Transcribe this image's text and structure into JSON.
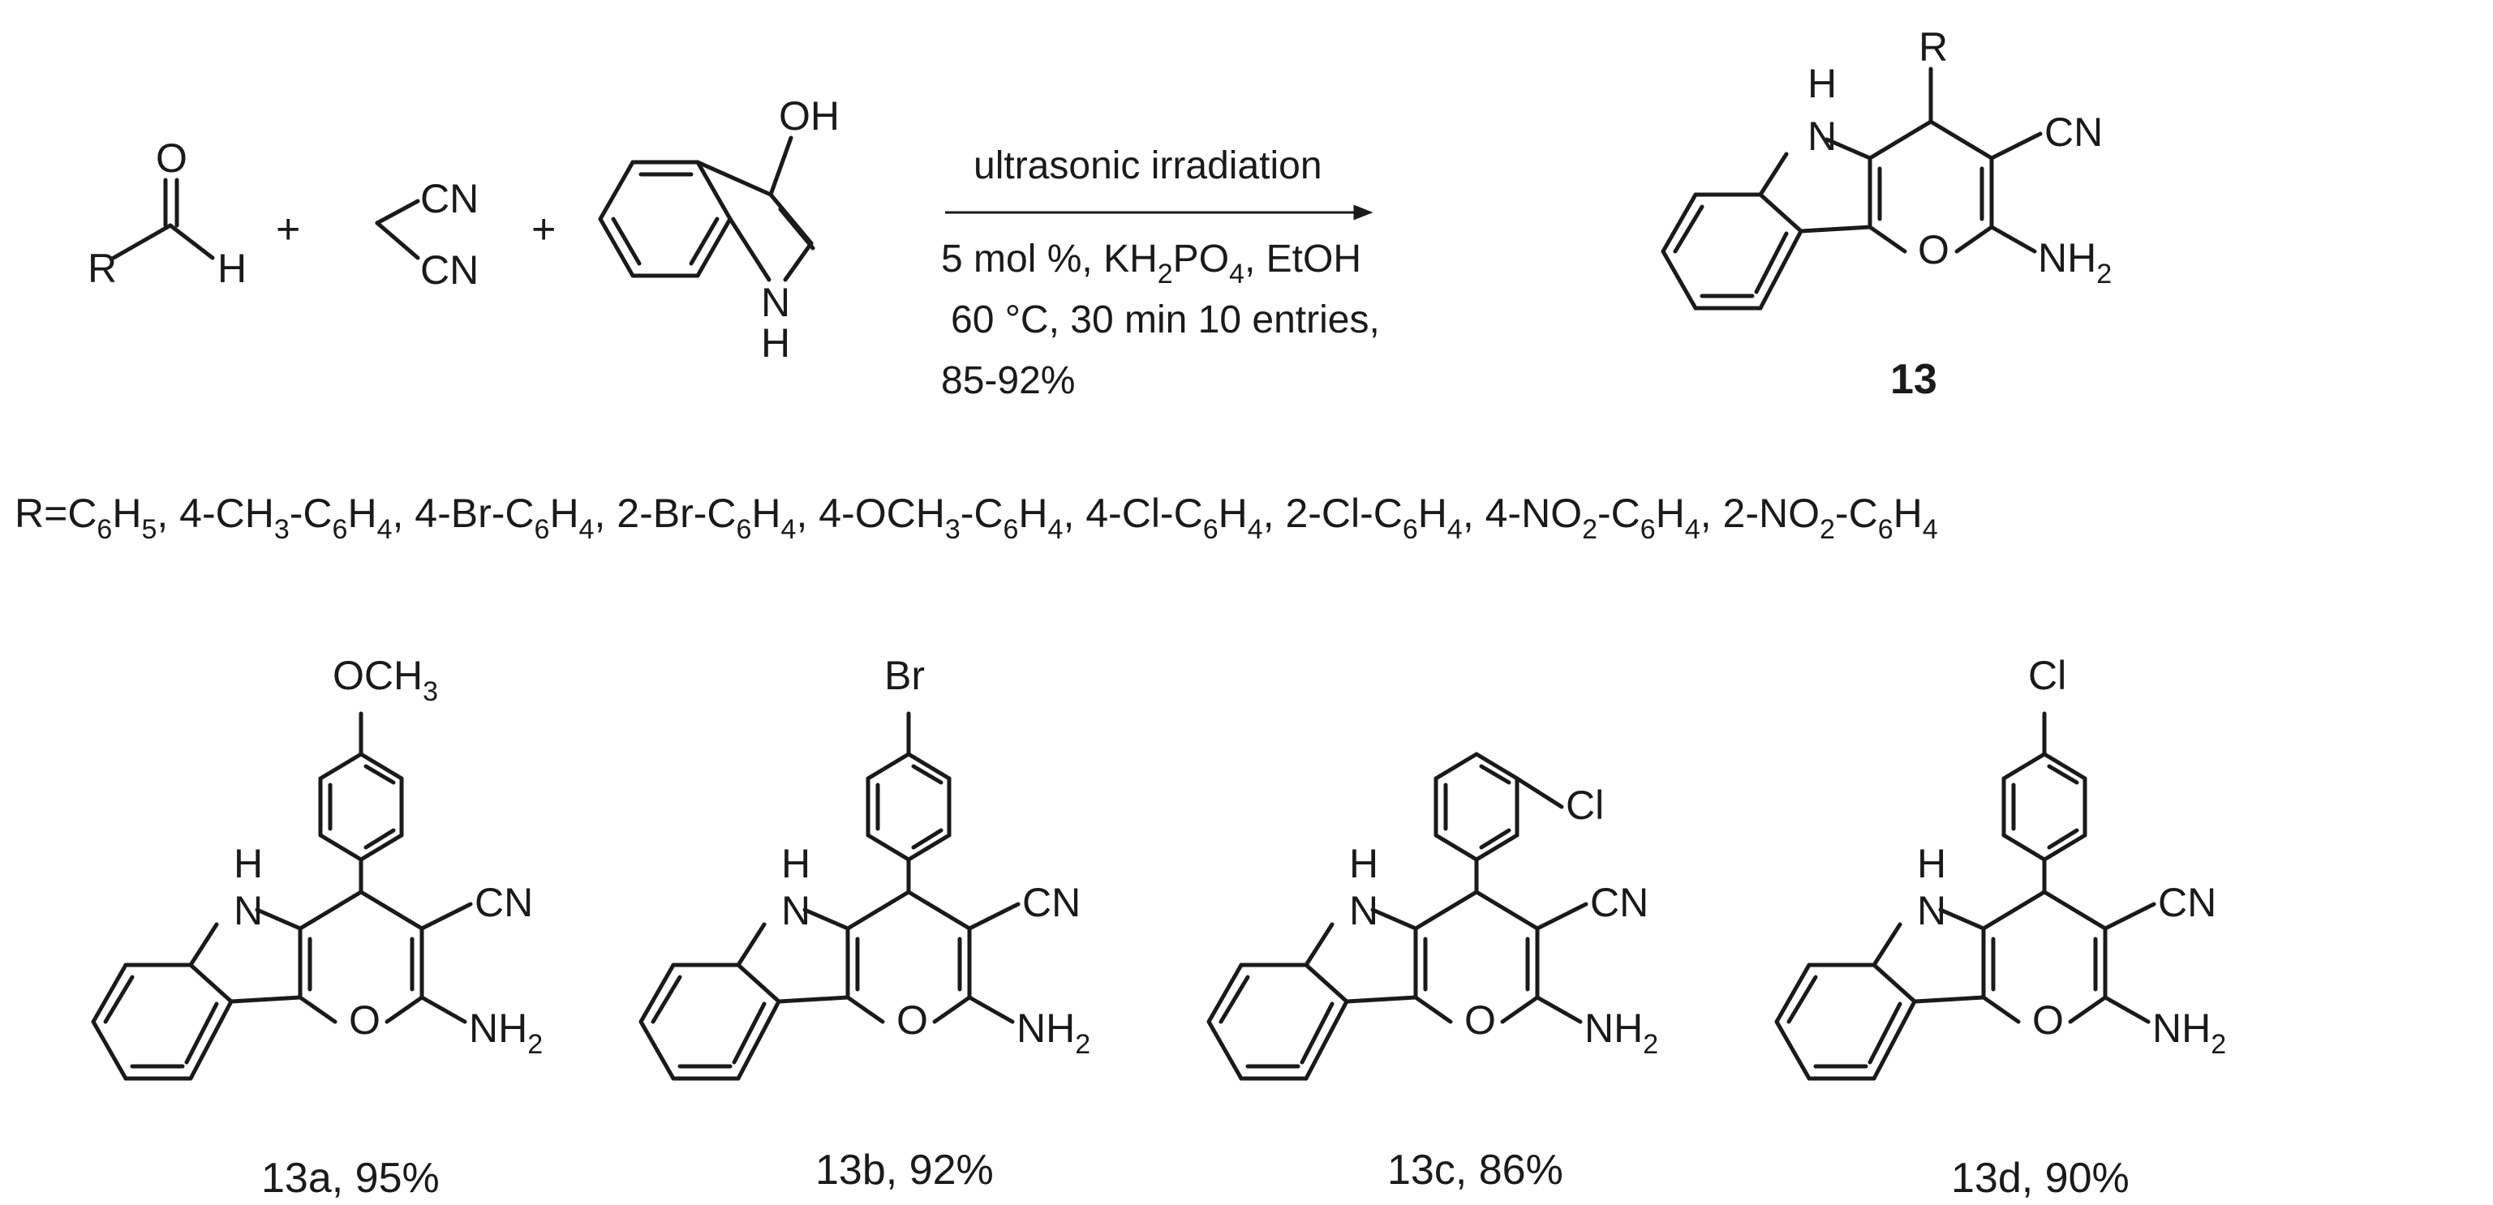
{
  "reaction": {
    "reactant1": {
      "atoms": {
        "O": "O",
        "R": "R",
        "H": "H"
      }
    },
    "plus1": "+",
    "reactant2": {
      "cn1": "CN",
      "cn2": "CN"
    },
    "plus2": "+",
    "reactant3": {
      "OH": "OH",
      "N": "N",
      "H": "H"
    },
    "conditions": {
      "above": "ultrasonic irradiation",
      "line1": {
        "pre": "5 mol %, KH",
        "sub1": "2",
        "mid": "PO",
        "sub2": "4",
        "post": ", EtOH"
      },
      "line2": "60 °C, 30 min 10 entries,",
      "line3": "85-92%"
    },
    "product": {
      "R": "R",
      "H": "H",
      "N": "N",
      "CN": "CN",
      "O": "O",
      "NH": "NH",
      "two": "2",
      "compound": "13"
    }
  },
  "substituent_line": {
    "prefix": "R=",
    "items": [
      [
        [
          "C",
          ""
        ],
        [
          "6",
          "s"
        ],
        [
          "H",
          ""
        ],
        [
          "5",
          "s"
        ]
      ],
      [
        [
          "4-CH",
          ""
        ],
        [
          "3",
          "s"
        ],
        [
          "-C",
          ""
        ],
        [
          "6",
          "s"
        ],
        [
          "H",
          ""
        ],
        [
          "4",
          "s"
        ]
      ],
      [
        [
          "4-Br-C",
          ""
        ],
        [
          "6",
          "s"
        ],
        [
          "H",
          ""
        ],
        [
          "4",
          "s"
        ]
      ],
      [
        [
          "2-Br-C",
          ""
        ],
        [
          "6",
          "s"
        ],
        [
          "H",
          ""
        ],
        [
          "4",
          "s"
        ]
      ],
      [
        [
          "4-OCH",
          ""
        ],
        [
          "3",
          "s"
        ],
        [
          "-C",
          ""
        ],
        [
          "6",
          "s"
        ],
        [
          "H",
          ""
        ],
        [
          "4",
          "s"
        ]
      ],
      [
        [
          "4-Cl-C",
          ""
        ],
        [
          "6",
          "s"
        ],
        [
          "H",
          ""
        ],
        [
          "4",
          "s"
        ]
      ],
      [
        [
          "2-Cl-C",
          ""
        ],
        [
          "6",
          "s"
        ],
        [
          "H",
          ""
        ],
        [
          "4",
          "s"
        ]
      ],
      [
        [
          "4-NO",
          ""
        ],
        [
          "2",
          "s"
        ],
        [
          "-C",
          ""
        ],
        [
          "6",
          "s"
        ],
        [
          "H",
          ""
        ],
        [
          "4",
          "s"
        ]
      ],
      [
        [
          "2-NO",
          ""
        ],
        [
          "2",
          "s"
        ],
        [
          "-C",
          ""
        ],
        [
          "6",
          "s"
        ],
        [
          "H",
          ""
        ],
        [
          "4",
          "s"
        ]
      ]
    ],
    "separator": ", "
  },
  "examples": [
    {
      "label": "13a, 95%",
      "substituent": "OCH",
      "sub_digit": "3"
    },
    {
      "label": "13b, 92%",
      "substituent": "Br",
      "sub_digit": ""
    },
    {
      "label": "13c, 86%",
      "substituent": "Cl",
      "sub_digit": ""
    },
    {
      "label": "13d, 90%",
      "substituent": "Cl",
      "sub_digit": ""
    }
  ],
  "common_atoms": {
    "H": "H",
    "N": "N",
    "CN": "CN",
    "O": "O",
    "NH": "NH",
    "two": "2"
  },
  "colors": {
    "ink": "#1a1a1a",
    "background": "#ffffff"
  }
}
